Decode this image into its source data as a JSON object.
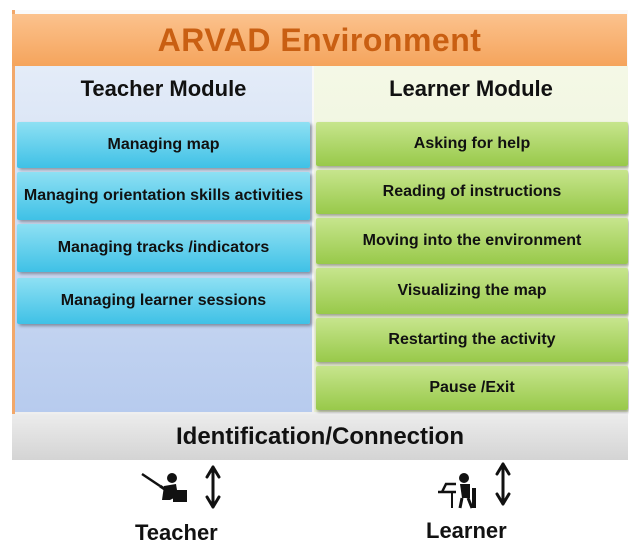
{
  "title": "ARVAD Environment",
  "teacher_module": {
    "heading": "Teacher Module",
    "items": [
      "Managing map",
      "Managing  orientation skills activities",
      "Managing tracks /indicators",
      "Managing learner sessions"
    ]
  },
  "learner_module": {
    "heading": "Learner Module",
    "items": [
      "Asking for help",
      "Reading of instructions",
      "Moving into the environment",
      "Visualizing the map",
      "Restarting the activity",
      "Pause /Exit"
    ]
  },
  "bottom_layer": "Identification/Connection",
  "actors": {
    "teacher": {
      "label": "Teacher",
      "icon": "teacher-pointer-icon"
    },
    "learner": {
      "label": "Learner",
      "icon": "learner-computer-icon"
    }
  },
  "colors": {
    "title_text": "#c95f12",
    "title_bar": "#f5a45c",
    "teacher_items": "#3fc1e6",
    "learner_items": "#98c94a"
  }
}
